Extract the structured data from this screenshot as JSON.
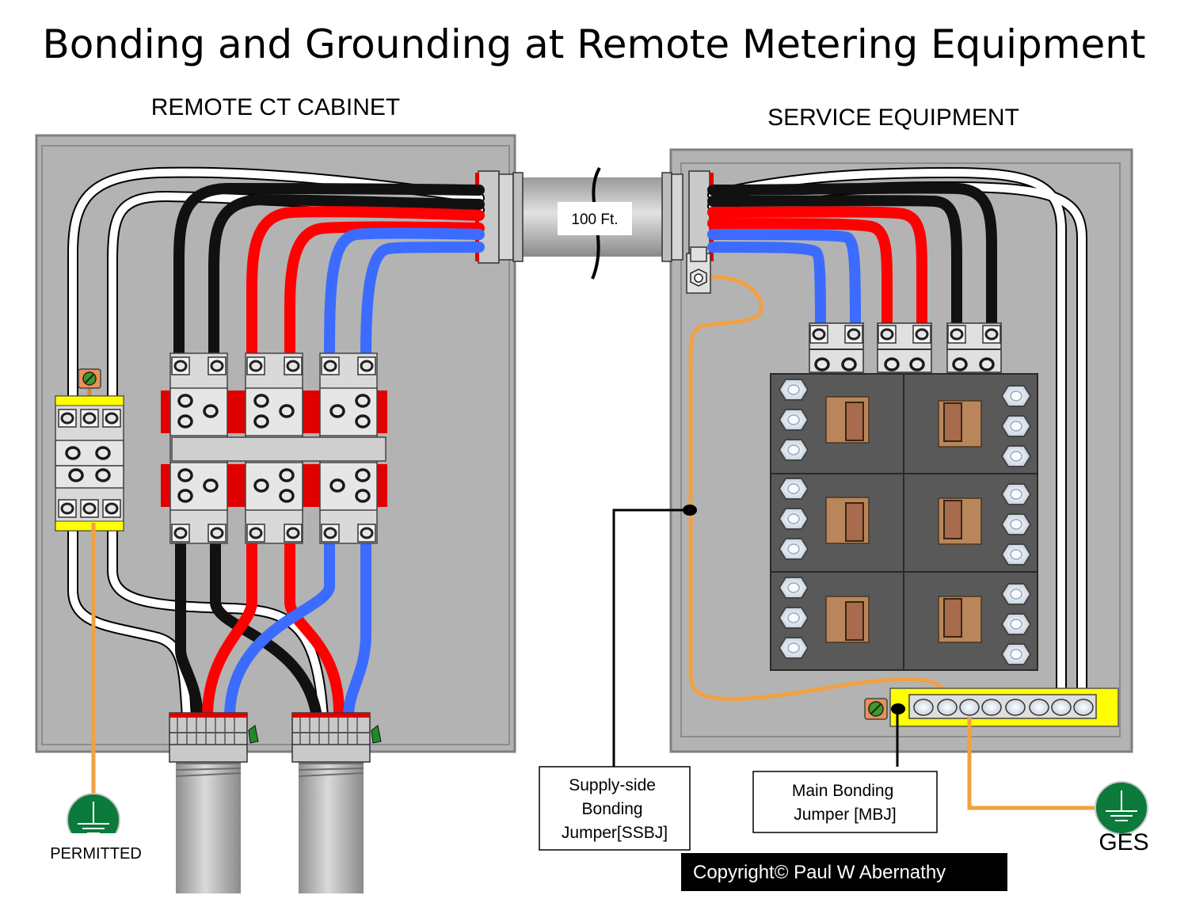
{
  "title": "Bonding and Grounding at Remote Metering Equipment",
  "left_heading": "REMOTE CT CABINET",
  "right_heading": "SERVICE EQUIPMENT",
  "raceway_label": "100 Ft.",
  "left_ground_label": "PERMITTED",
  "right_ground_label": "GES",
  "callouts": {
    "ssbj": [
      "Supply-side",
      "Bonding",
      "Jumper[SSBJ]"
    ],
    "mbj": [
      "Main Bonding",
      "Jumper [MBJ]"
    ]
  },
  "copyright": "Copyright© Paul W Abernathy",
  "colors": {
    "enclosure": "#b3b3b3",
    "enclosure_border": "#7f7f7f",
    "ungrounded_black": "#111111",
    "ungrounded_red": "#ff0000",
    "ungrounded_blue": "#3b6cff",
    "grounded_white": "#ffffff",
    "bonding_jumper": "#f2a042",
    "neutral_bar": "#ffff00",
    "ground_symbol": "#0b7a3b",
    "breaker_body": "#595959",
    "breaker_handle": "#b8865a"
  },
  "icons": [
    "ground-symbol-icon",
    "screw-icon",
    "ground-screw-icon",
    "lock-nut-icon"
  ]
}
